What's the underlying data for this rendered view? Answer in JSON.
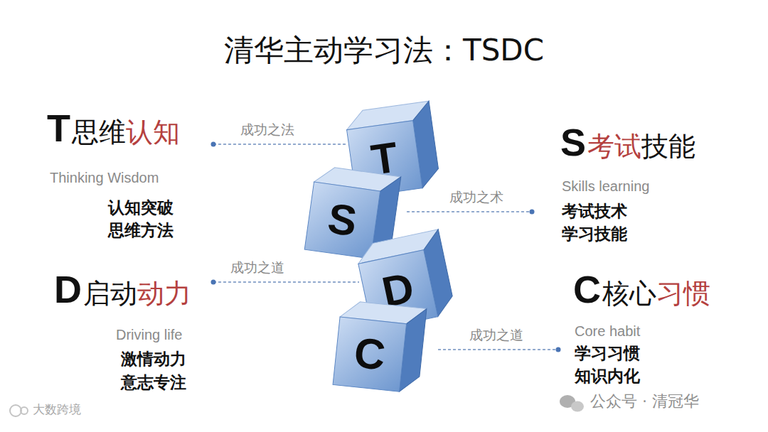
{
  "diagram": {
    "title": "清华主动学习法：TSDC",
    "nodes": [
      {
        "text": [
          "T"
        ]
      },
      {
        "text": [
          "S"
        ]
      },
      {
        "text": [
          "D"
        ]
      },
      {
        "text": [
          "C"
        ]
      }
    ],
    "labels": [
      "T",
      "思维",
      "认知",
      "Thinking Wisdom",
      "认知突破",
      "思维方法",
      "成功之法",
      "S",
      "考试",
      "技能",
      "Skills learning",
      "考试技术",
      "学习技能",
      "成功之术",
      "D",
      "启动",
      "动力",
      "Driving life",
      "激情动力",
      "意志专注",
      "成功之道",
      "C",
      "核心",
      "习惯",
      "Core habit",
      "学习习惯",
      "知识内化",
      "成功之道",
      "公众号 · 清冠华",
      "大数跨境"
    ]
  }
}
